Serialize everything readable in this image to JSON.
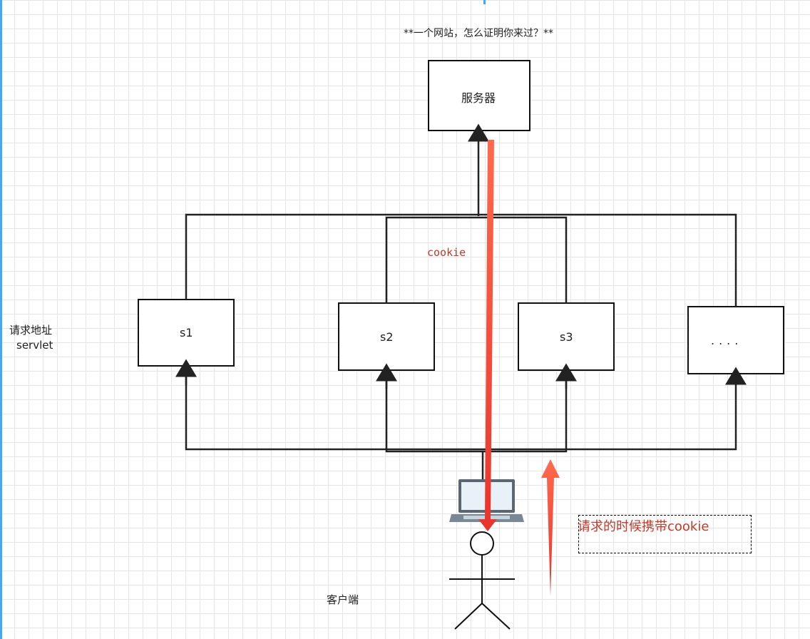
{
  "title": "**一个网站，怎么证明你来过？**",
  "server": {
    "label": "服务器"
  },
  "servlets": [
    "s1",
    "s2",
    "s3",
    "...."
  ],
  "side_label": {
    "line1": "请求地址",
    "line2": "servlet"
  },
  "cookie_label": "cookie",
  "client_label": "客户端",
  "note": "请求的时候携带cookie",
  "colors": {
    "accent_red": "#e8342d",
    "line": "#222222"
  }
}
